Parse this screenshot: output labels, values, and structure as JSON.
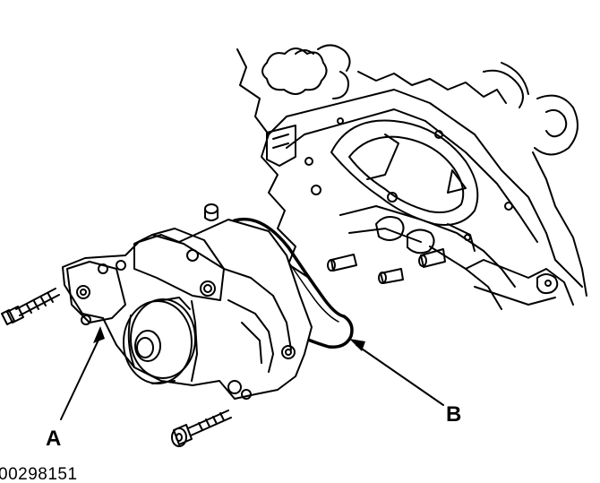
{
  "callouts": {
    "a": "A",
    "b": "B"
  },
  "figure_id": "00298151",
  "colors": {
    "ink": "#000000",
    "paper": "#ffffff"
  }
}
